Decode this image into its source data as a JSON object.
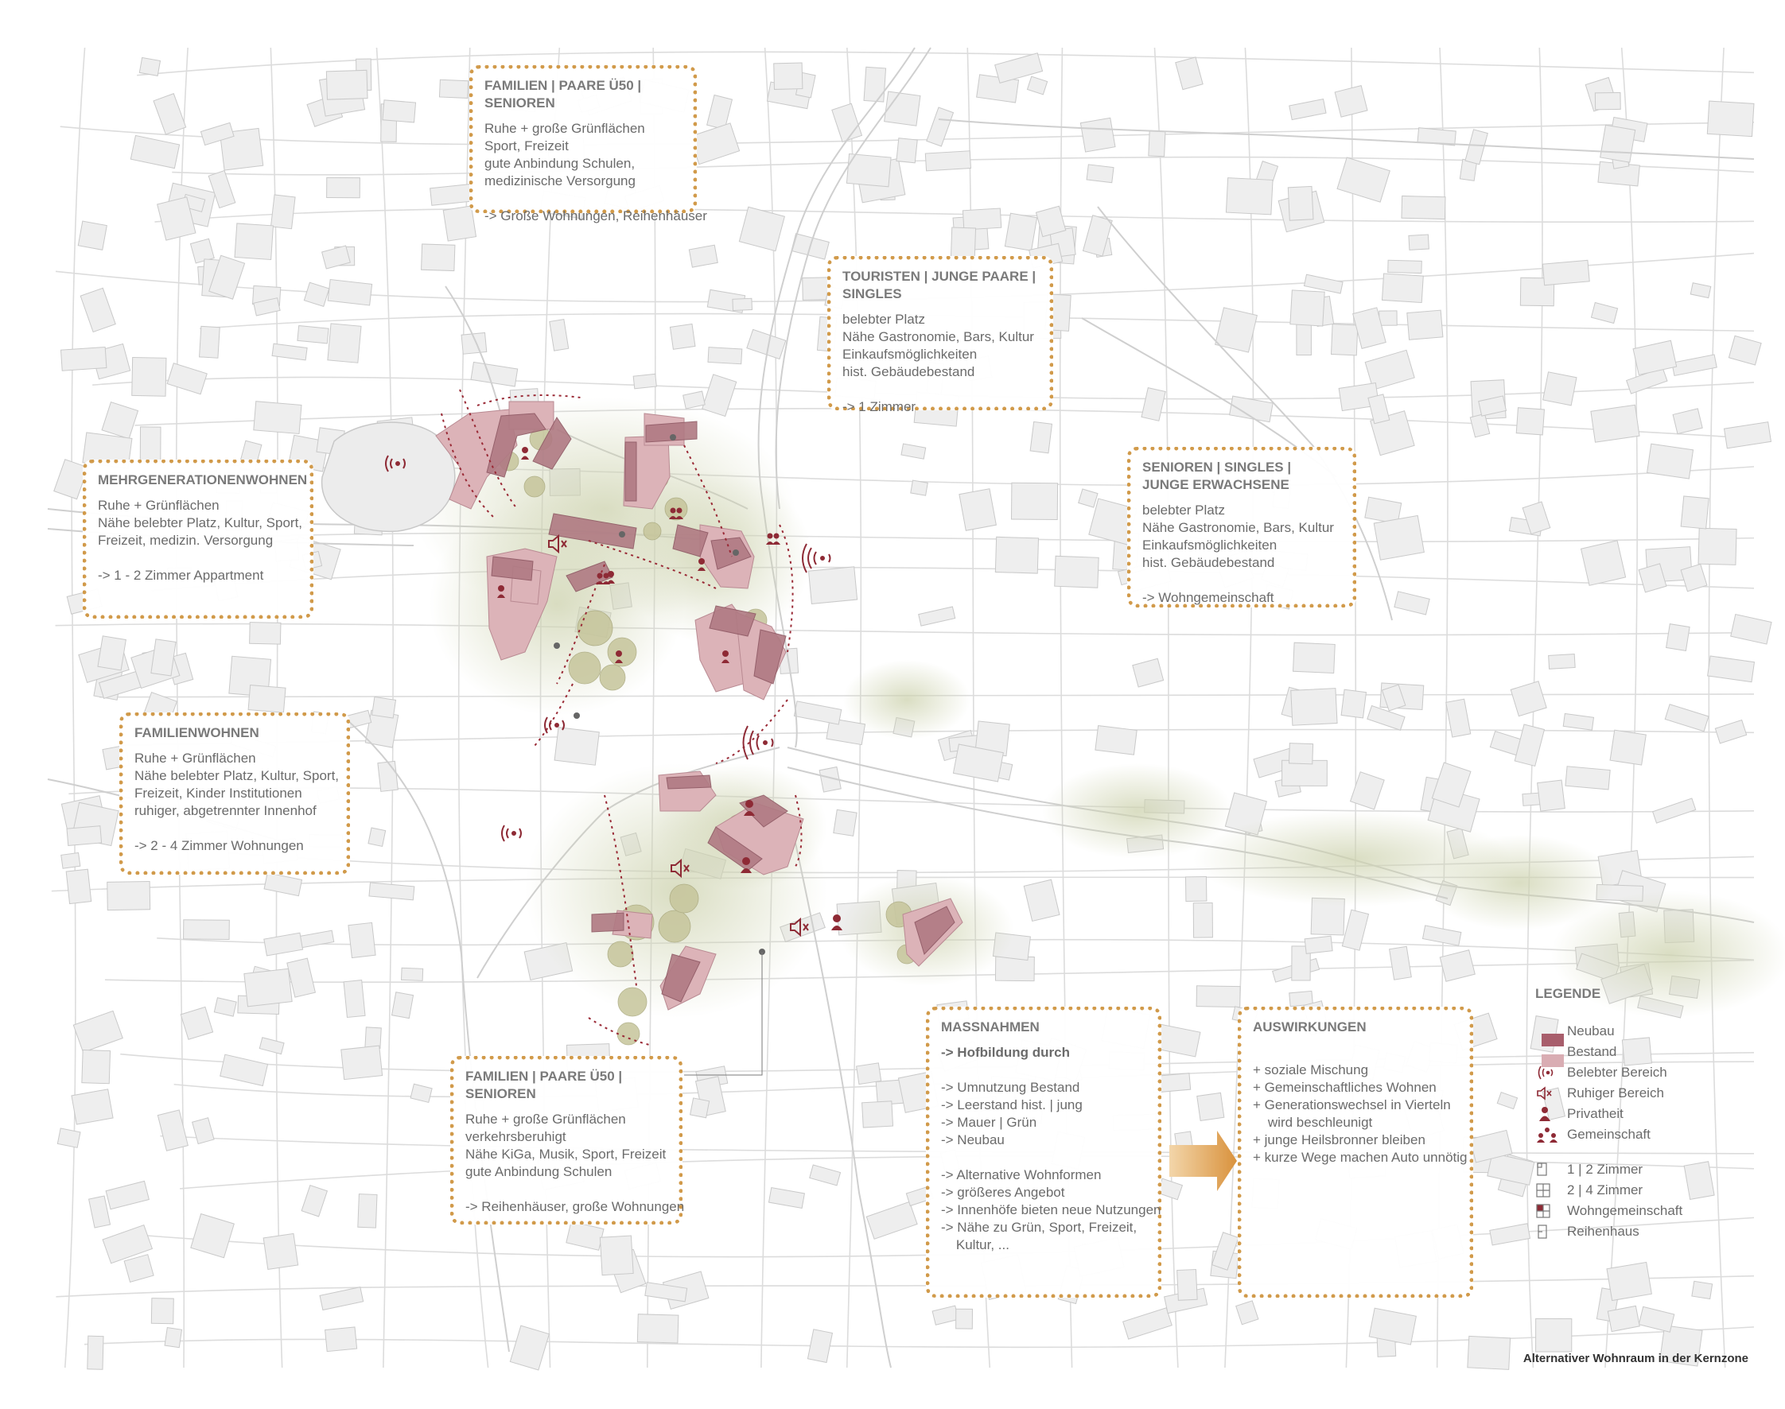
{
  "colors": {
    "neubau": "#a85e6c",
    "bestand": "#d9adb3",
    "accent": "#d19a4a",
    "green": "#c9cfac",
    "marker": "#8e2a35"
  },
  "boxes": {
    "top_families": {
      "title": "FAMILIEN | PAARE Ü50 | SENIOREN",
      "lines": [
        "Ruhe + große Grünflächen",
        "Sport, Freizeit",
        "gute Anbindung Schulen,",
        "medizinische Versorgung",
        "",
        "-> Große Wohnungen, Reihenhäuser"
      ]
    },
    "tourists": {
      "title": "TOURISTEN | JUNGE PAARE |\nSINGLES",
      "lines": [
        "belebter Platz",
        "Nähe Gastronomie, Bars, Kultur",
        "Einkaufsmöglichkeiten",
        "hist. Gebäudebestand",
        "",
        "-> 1 Zimmer"
      ]
    },
    "seniors": {
      "title": "SENIOREN | SINGLES |\nJUNGE ERWACHSENE",
      "lines": [
        "belebter Platz",
        "Nähe Gastronomie, Bars, Kultur",
        "Einkaufsmöglichkeiten",
        "hist. Gebäudebestand",
        "",
        "-> Wohngemeinschaft"
      ]
    },
    "mehrgen": {
      "title": "MEHRGENERATIONENWOHNEN",
      "lines": [
        "Ruhe + Grünflächen",
        "Nähe belebter Platz, Kultur, Sport,",
        "Freizeit, medizin. Versorgung",
        "",
        "-> 1 - 2 Zimmer Appartment"
      ]
    },
    "familien": {
      "title": "FAMILIENWOHNEN",
      "lines": [
        "Ruhe + Grünflächen",
        "Nähe belebter Platz, Kultur, Sport,",
        "Freizeit, Kinder Institutionen",
        "ruhiger, abgetrennter Innenhof",
        "",
        "-> 2 - 4 Zimmer Wohnungen"
      ]
    },
    "bottom_families": {
      "title": "FAMILIEN | PAARE Ü50 | SENIOREN",
      "lines": [
        "Ruhe + große Grünflächen",
        "verkehrsberuhigt",
        "Nähe KiGa, Musik, Sport, Freizeit",
        "gute Anbindung Schulen",
        "",
        "-> Reihenhäuser, große Wohnungen"
      ]
    },
    "massnahmen": {
      "title": "MASSNAHMEN",
      "lines": [
        "-> Hofbildung durch",
        "",
        "-> Umnutzung Bestand",
        "-> Leerstand hist. | jung",
        "-> Mauer | Grün",
        "-> Neubau",
        "",
        "-> Alternative Wohnformen",
        "-> größeres Angebot",
        "-> Innenhöfe bieten neue Nutzungen",
        "-> Nähe zu Grün, Sport, Freizeit,",
        "    Kultur, ..."
      ]
    },
    "auswirkungen": {
      "title": "AUSWIRKUNGEN",
      "lines": [
        "",
        "+ soziale Mischung",
        "+ Gemeinschaftliches Wohnen",
        "+ Generationswechsel in Vierteln",
        "    wird beschleunigt",
        "+ junge Heilsbronner bleiben",
        "+ kurze Wege machen Auto unnötig"
      ]
    }
  },
  "legend": {
    "title": "LEGENDE",
    "items": [
      {
        "icon": "neubau-swatch",
        "label": "Neubau"
      },
      {
        "icon": "bestand-swatch",
        "label": "Bestand"
      },
      {
        "icon": "sound-waves-icon",
        "label": "Belebter Bereich"
      },
      {
        "icon": "muted-speaker-icon",
        "label": "Ruhiger Bereich"
      },
      {
        "icon": "person-icon",
        "label": "Privatheit"
      },
      {
        "icon": "group-icon",
        "label": "Gemeinschaft"
      }
    ],
    "rooms": [
      {
        "icon": "room-1-2-icon",
        "label": "1 | 2 Zimmer"
      },
      {
        "icon": "room-2-4-icon",
        "label": "2 | 4 Zimmer"
      },
      {
        "icon": "wg-icon",
        "label": "Wohngemeinschaft"
      },
      {
        "icon": "reihenhaus-icon",
        "label": "Reihenhaus"
      }
    ]
  },
  "caption": "Alternativer Wohnraum in der Kernzone"
}
